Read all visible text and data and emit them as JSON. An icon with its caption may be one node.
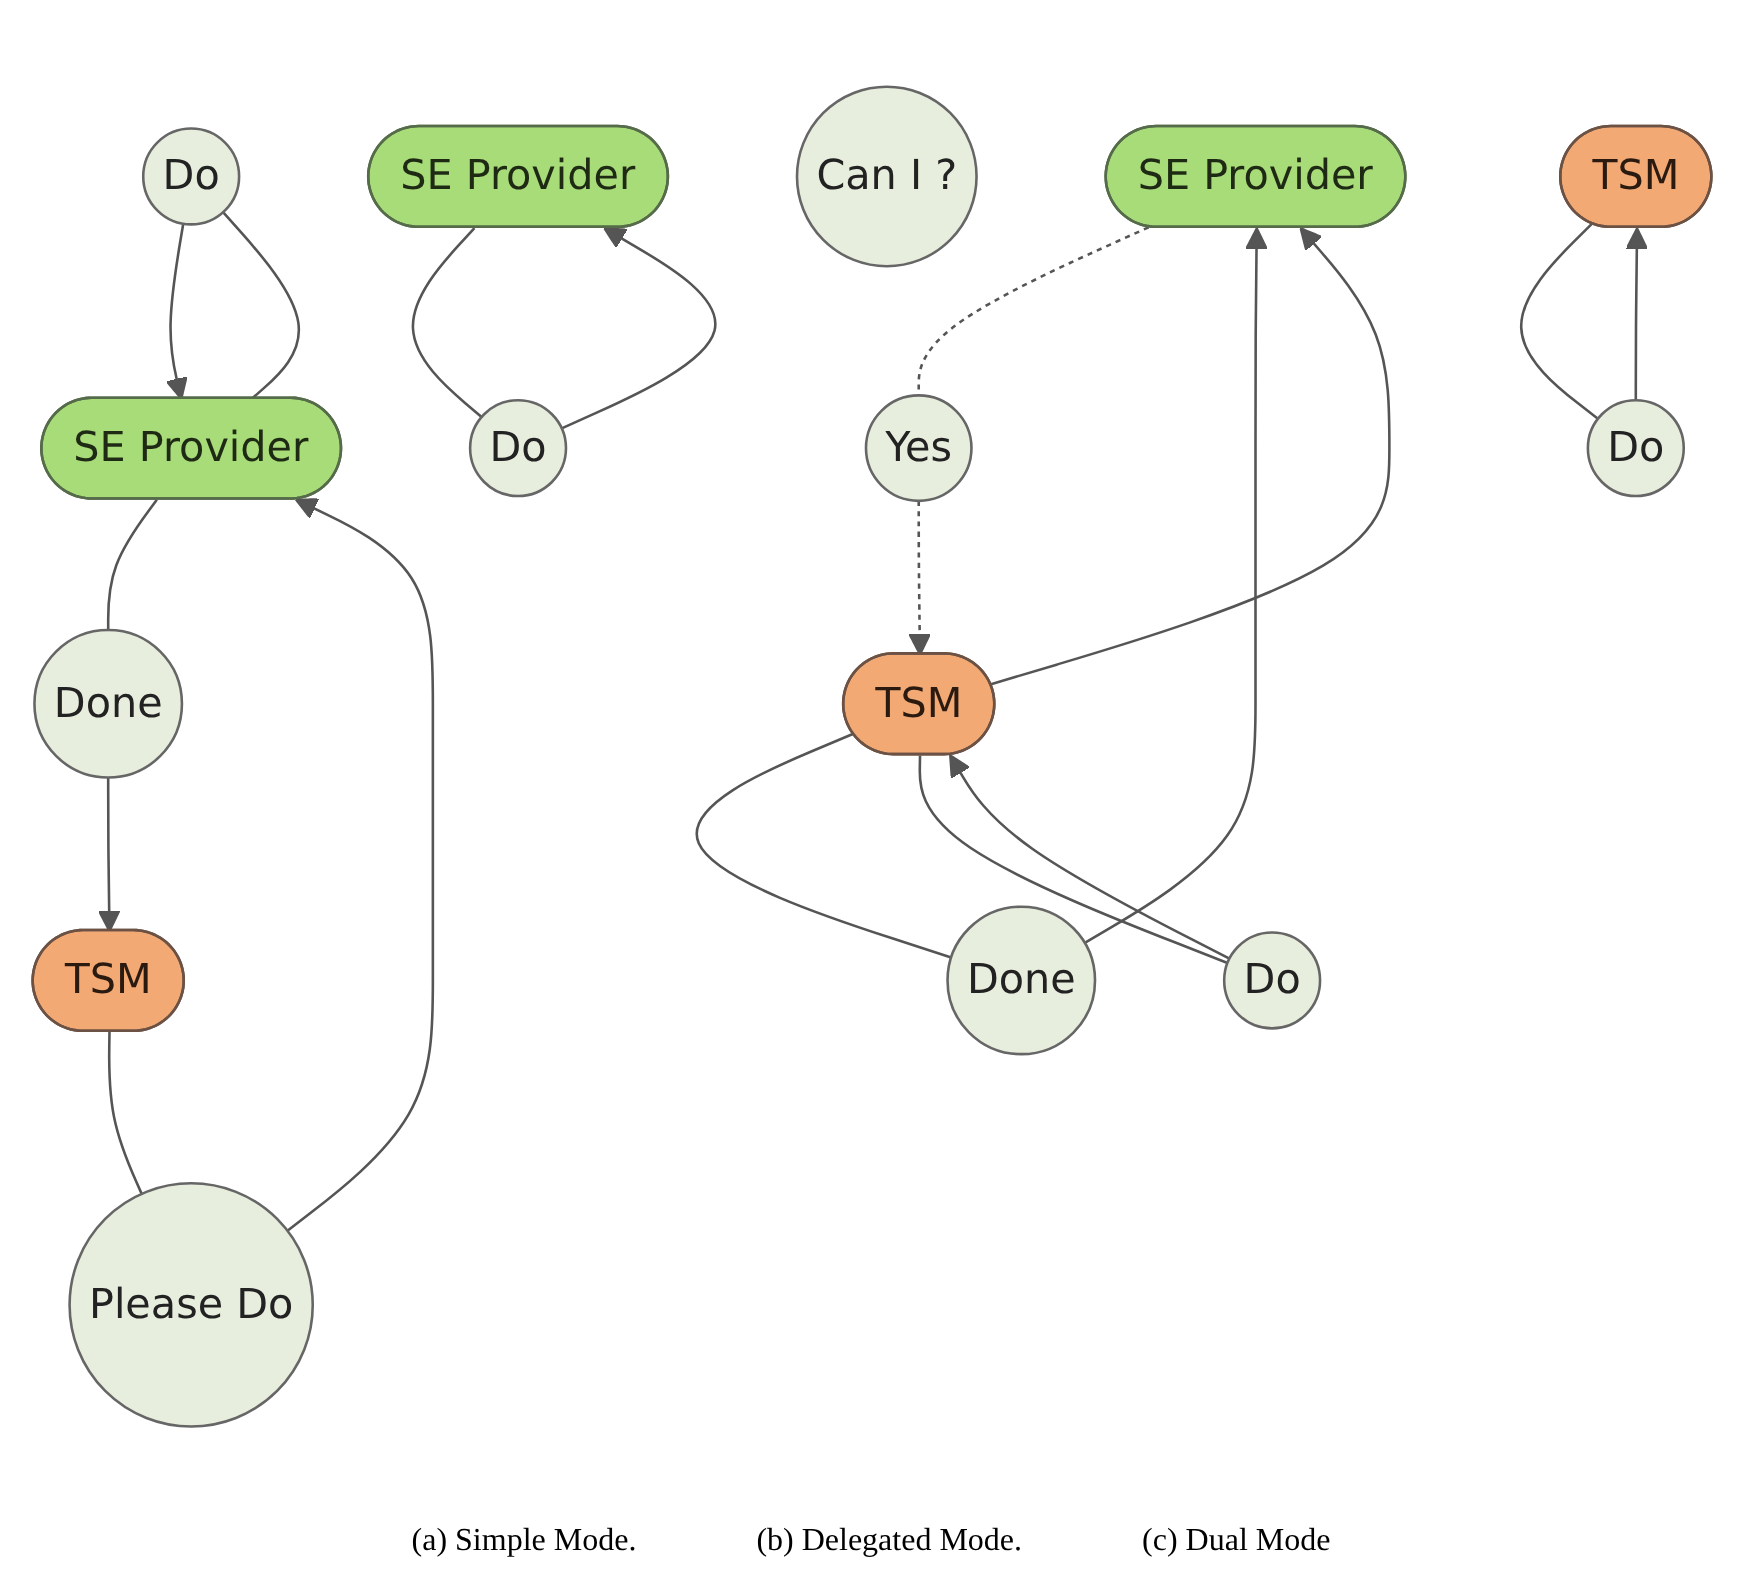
{
  "diagram": {
    "nodes": [
      {
        "text": [
          "Do"
        ]
      },
      {
        "text": [
          "SE Provider"
        ]
      },
      {
        "text": [
          "Please Do"
        ]
      },
      {
        "text": [
          "Done"
        ]
      },
      {
        "text": [
          "TSM"
        ]
      },
      {
        "text": [
          "SE Provider"
        ]
      },
      {
        "text": [
          "Done"
        ]
      },
      {
        "text": [
          "Can I ?"
        ]
      },
      {
        "text": [
          "Yes"
        ]
      },
      {
        "text": [
          "TSM"
        ]
      },
      {
        "text": [
          "Do"
        ]
      },
      {
        "text": [
          "SE Provider"
        ]
      },
      {
        "text": [
          "Do"
        ]
      },
      {
        "text": [
          "TSM"
        ]
      },
      {
        "text": [
          "Do"
        ]
      }
    ],
    "edges": [
      {
        "from": 1,
        "to": 0,
        "arrow": "none"
      },
      {
        "from": 0,
        "to": 1,
        "arrow": "to"
      },
      {
        "from": 4,
        "to": 2,
        "arrow": "none"
      },
      {
        "from": 2,
        "to": 1,
        "arrow": "to"
      },
      {
        "from": 1,
        "to": 3,
        "arrow": "none"
      },
      {
        "from": 3,
        "to": 4,
        "arrow": "to"
      },
      {
        "from": 9,
        "to": 6,
        "arrow": "none"
      },
      {
        "from": 6,
        "to": 5,
        "arrow": "to"
      },
      {
        "from": 9,
        "to": 5,
        "arrow": "to"
      },
      {
        "from": 5,
        "to": 8,
        "arrow": "none",
        "style": "dashed"
      },
      {
        "from": 8,
        "to": 9,
        "arrow": "to",
        "style": "dashed"
      },
      {
        "from": 9,
        "to": 10,
        "arrow": "none"
      },
      {
        "from": 10,
        "to": 9,
        "arrow": "to"
      },
      {
        "from": 11,
        "to": 12,
        "arrow": "none"
      },
      {
        "from": 12,
        "to": 11,
        "arrow": "to"
      },
      {
        "from": 13,
        "to": 14,
        "arrow": "none"
      },
      {
        "from": 14,
        "to": 13,
        "arrow": "to"
      }
    ],
    "labels": [
      "(a) Simple Mode.",
      "(b) Delegated Mode.",
      "(c) Dual Mode"
    ]
  }
}
